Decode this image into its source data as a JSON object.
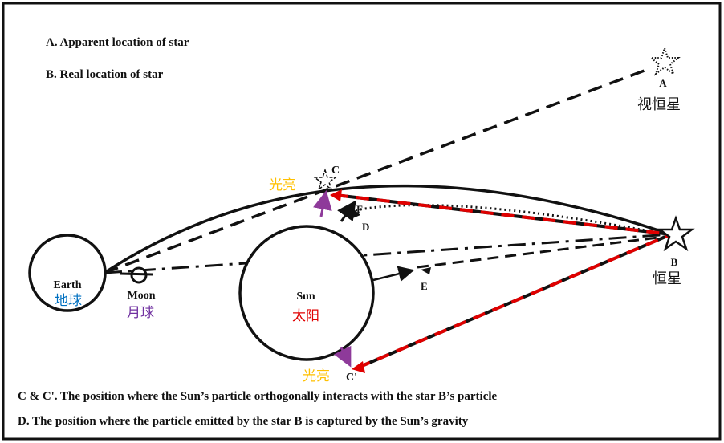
{
  "legend": {
    "a": "A. Apparent location of star",
    "b": "B. Real location of star",
    "c": "C & C'. The position where the Sun’s particle orthogonally interacts with the star B’s particle",
    "d": "D. The position where the particle emitted by the star B is captured by the Sun’s gravity"
  },
  "labels": {
    "earth": "Earth",
    "earth_cn": "地球",
    "moon": "Moon",
    "moon_cn": "月球",
    "sun": "Sun",
    "sun_cn": "太阳",
    "a": "A",
    "a_cn": "视恒星",
    "b": "B",
    "b_cn": "恒星",
    "c": "C",
    "c_prime": "C'",
    "light_cn_top": "光亮",
    "light_cn_bottom": "光亮",
    "d": "D",
    "e": "E",
    "f": "F"
  },
  "colors": {
    "earth_cn": "#0070c0",
    "moon_cn": "#7030a0",
    "sun_cn": "#e00000",
    "light": "#ffc000",
    "purple": "#8e3a9a",
    "red": "#e00000"
  }
}
